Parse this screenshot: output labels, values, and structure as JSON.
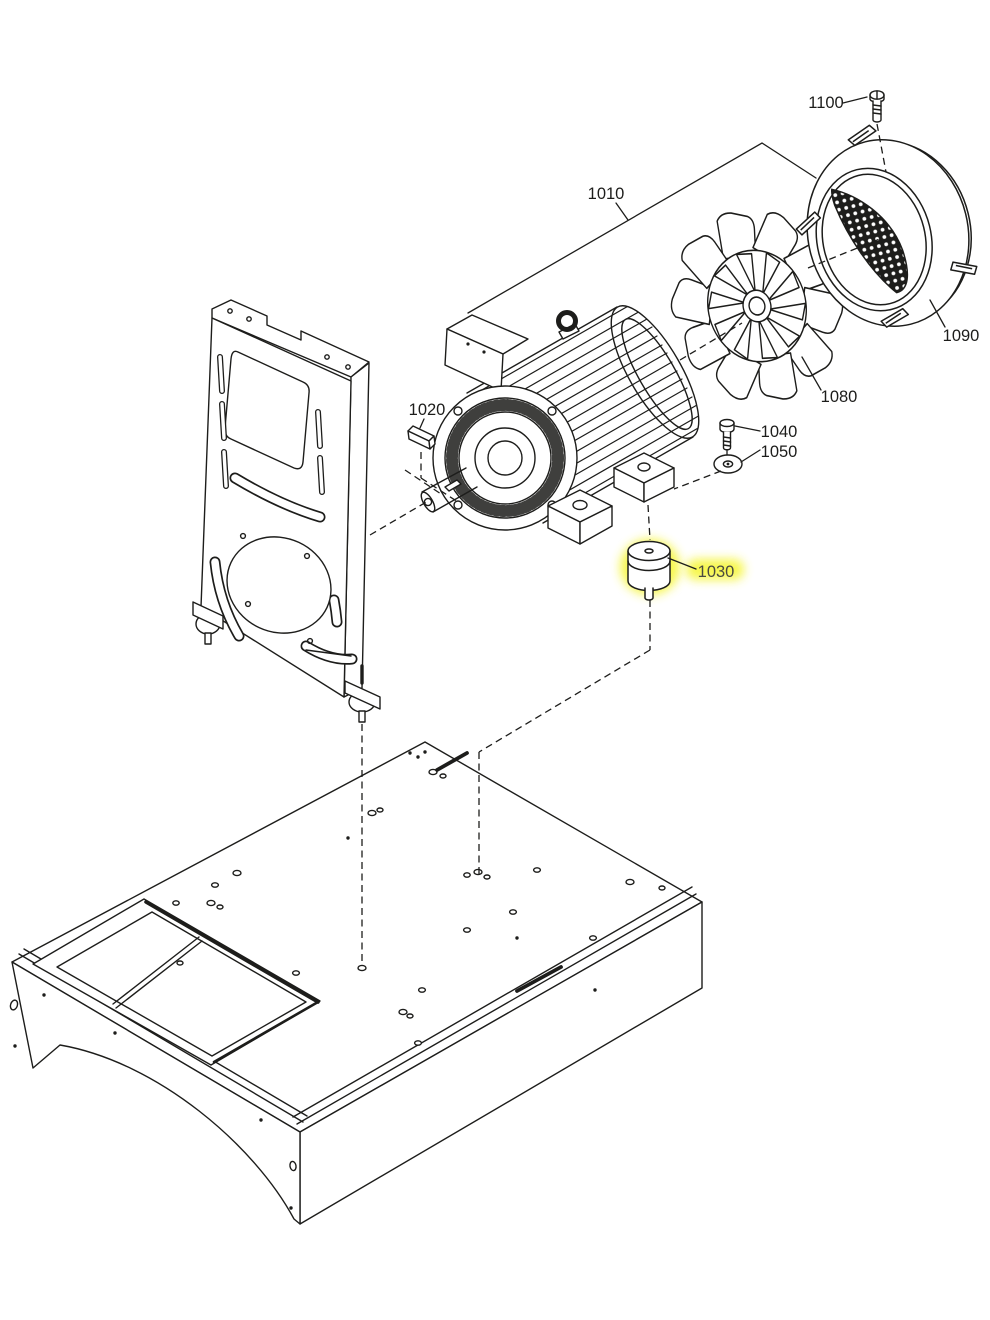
{
  "diagram": {
    "type": "exploded-parts-diagram",
    "background": "#ffffff",
    "line_color": "#1d1d1b",
    "highlight_color": "#f6f63a",
    "highlighted_part": "1030"
  },
  "parts": [
    {
      "label": "1010",
      "name": "motor",
      "highlighted": false
    },
    {
      "label": "1020",
      "name": "shaft-key",
      "highlighted": false
    },
    {
      "label": "1030",
      "name": "rubber-vibration-mount",
      "highlighted": true
    },
    {
      "label": "1040",
      "name": "bolt",
      "highlighted": false
    },
    {
      "label": "1050",
      "name": "washer",
      "highlighted": false
    },
    {
      "label": "1080",
      "name": "fan-impeller",
      "highlighted": false
    },
    {
      "label": "1090",
      "name": "fan-cover",
      "highlighted": false
    },
    {
      "label": "1100",
      "name": "screw",
      "highlighted": false
    }
  ]
}
